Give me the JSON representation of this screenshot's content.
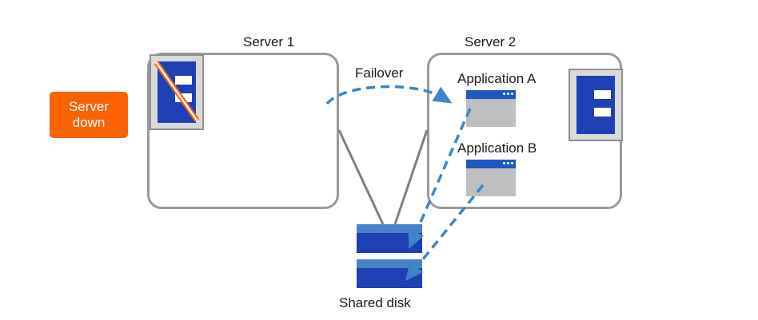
{
  "diagram": {
    "title_server1": "Server 1",
    "title_server2": "Server 2",
    "failover_label": "Failover",
    "shared_disk_label": "Shared disk",
    "app_a_label": "Application  A",
    "app_b_label": "Application  B",
    "server_down": {
      "line1": "Server",
      "line2": "down"
    },
    "colors": {
      "badge_orange": "#f96302",
      "arrow_blue": "#3d85c8",
      "machine_blue": "#1f3fb5",
      "disk_blue": "#1f3fb5",
      "disk_top_blue": "#4a82c8",
      "box_border_gray": "#9a9a9a",
      "connector_gray": "#7f7f7f",
      "strike_orange": "#f96302",
      "text": "#1a1a1a"
    }
  }
}
